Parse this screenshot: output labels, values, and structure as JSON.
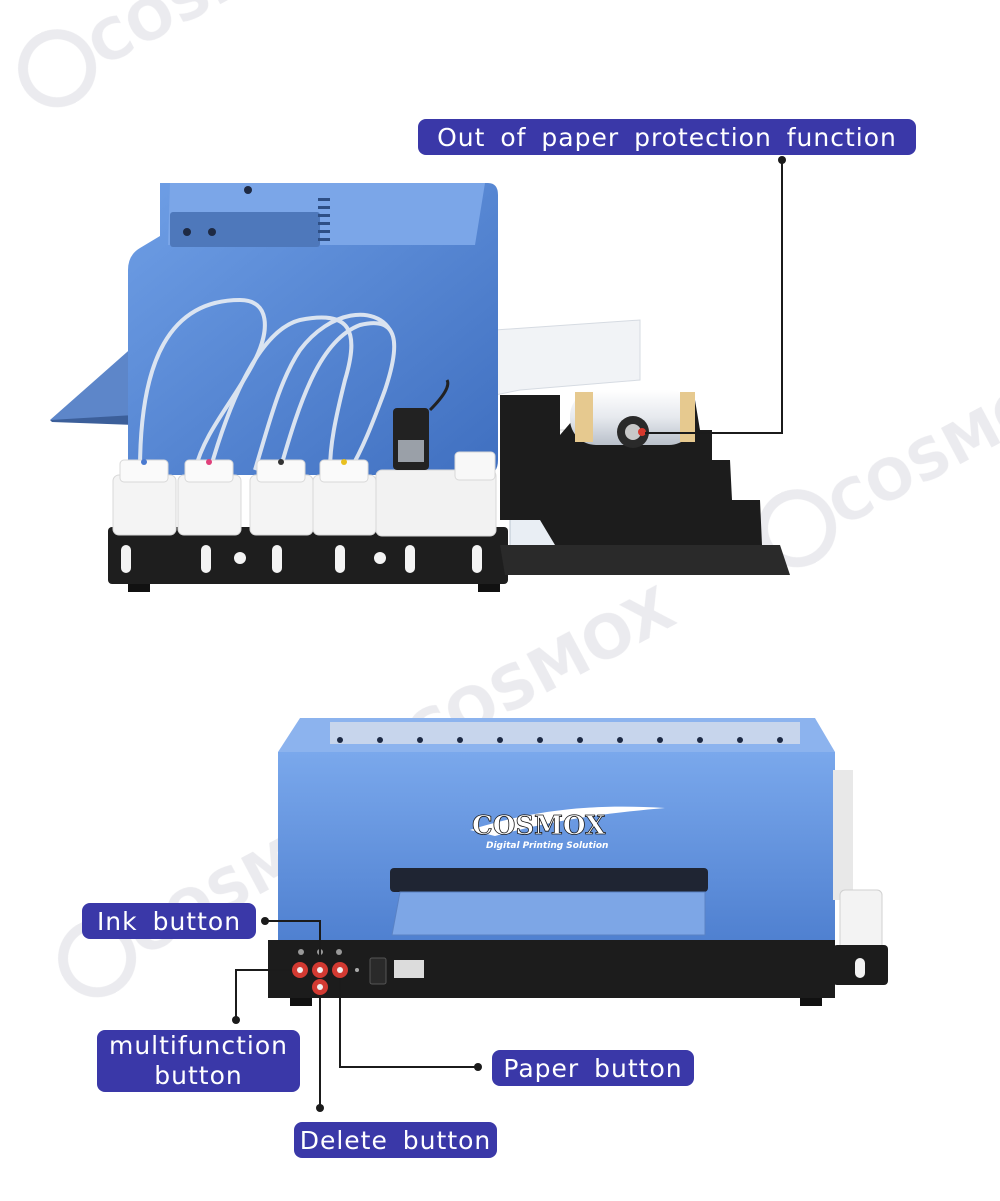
{
  "brand": {
    "name": "COSMOX",
    "tagline": "Digital Printing Solution",
    "watermark": "COSMOX"
  },
  "callouts": {
    "paper_protection": "Out of paper protection function",
    "ink_button": "Ink button",
    "multifunction_button": "multifunction button",
    "paper_button": "Paper button",
    "delete_button": "Delete button"
  },
  "colors": {
    "callout_bg": "#3a38a8",
    "printer_blue": "#5b8cd6",
    "frame_black": "#1e1e1e",
    "bottle_white": "#f4f4f4"
  },
  "inks": {
    "cap_marks": [
      "#4a7ad0",
      "#e0407a",
      "#333333",
      "#e8c020"
    ]
  }
}
